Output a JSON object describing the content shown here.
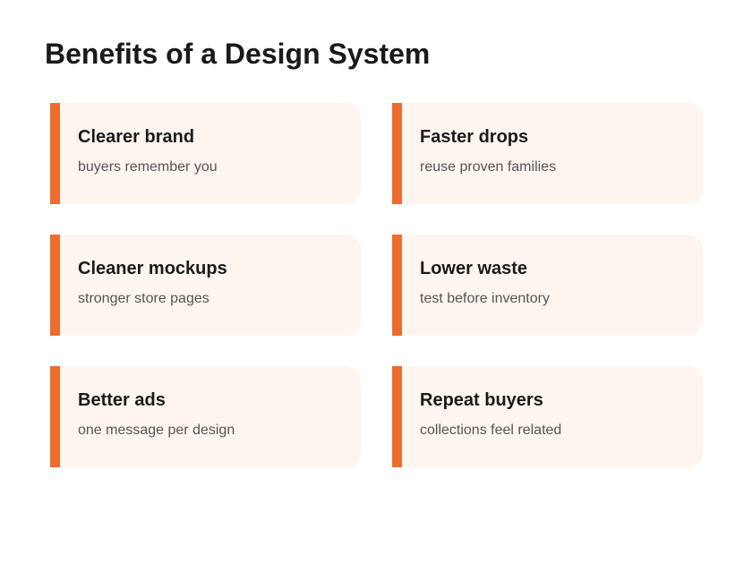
{
  "page": {
    "title": "Benefits of a Design System"
  },
  "colors": {
    "accent": "#ee6c2d",
    "card_background": "#fff5f0",
    "title_text": "#1a1a1a",
    "subtitle_text": "#555555"
  },
  "cards": [
    {
      "title": "Clearer brand",
      "subtitle": "buyers remember you"
    },
    {
      "title": "Faster drops",
      "subtitle": "reuse proven families"
    },
    {
      "title": "Cleaner mockups",
      "subtitle": "stronger store pages"
    },
    {
      "title": "Lower waste",
      "subtitle": "test before inventory"
    },
    {
      "title": "Better ads",
      "subtitle": "one message per design"
    },
    {
      "title": "Repeat buyers",
      "subtitle": "collections feel related"
    }
  ]
}
